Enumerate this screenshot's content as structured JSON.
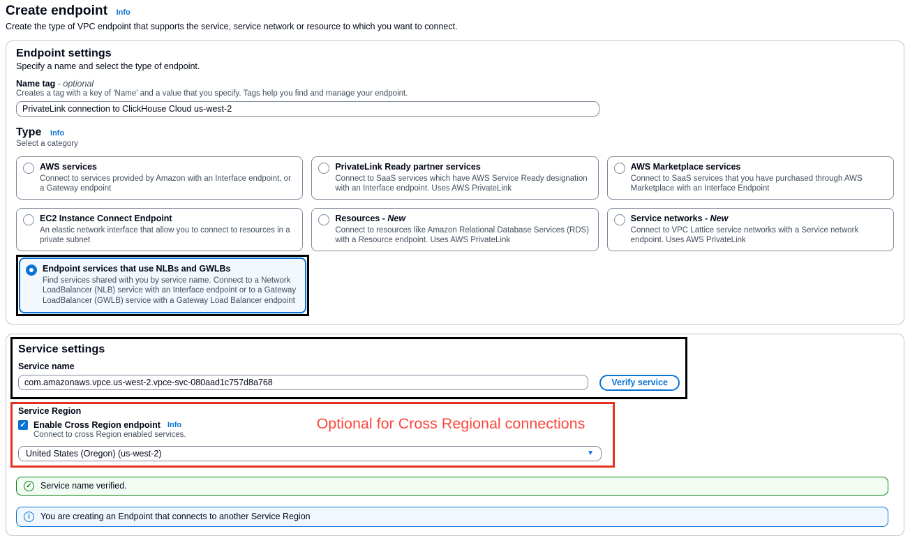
{
  "page": {
    "title": "Create endpoint",
    "info_label": "Info",
    "subtitle": "Create the type of VPC endpoint that supports the service, service network or resource to which you want to connect."
  },
  "endpoint_settings": {
    "heading": "Endpoint settings",
    "description": "Specify a name and select the type of endpoint.",
    "name_tag": {
      "label": "Name tag",
      "optional_suffix": "- optional",
      "help": "Creates a tag with a key of 'Name' and a value that you specify. Tags help you find and manage your endpoint.",
      "value": "PrivateLink connection to ClickHouse Cloud us-west-2"
    },
    "type": {
      "label": "Type",
      "info_label": "Info",
      "description": "Select a category",
      "options": [
        {
          "title": "AWS services",
          "description": "Connect to services provided by Amazon with an Interface endpoint, or a Gateway endpoint",
          "selected": false
        },
        {
          "title": "PrivateLink Ready partner services",
          "description": "Connect to SaaS services which have AWS Service Ready designation with an Interface endpoint. Uses AWS PrivateLink",
          "selected": false
        },
        {
          "title": "AWS Marketplace services",
          "description": "Connect to SaaS services that you have purchased through AWS Marketplace with an Interface Endpoint",
          "selected": false
        },
        {
          "title": "EC2 Instance Connect Endpoint",
          "description": "An elastic network interface that allow you to connect to resources in a private subnet",
          "selected": false
        },
        {
          "title": "Resources",
          "suffix": "- New",
          "description": "Connect to resources like Amazon Relational Database Services (RDS) with a Resource endpoint. Uses AWS PrivateLink",
          "selected": false
        },
        {
          "title": "Service networks",
          "suffix": "- New",
          "description": "Connect to VPC Lattice service networks with a Service network endpoint. Uses AWS PrivateLink",
          "selected": false
        },
        {
          "title": "Endpoint services that use NLBs and GWLBs",
          "description": "Find services shared with you by service name. Connect to a Network LoadBalancer (NLB) service with an Interface endpoint or to a Gateway LoadBalancer (GWLB) service with a Gateway Load Balancer endpoint",
          "selected": true
        }
      ]
    }
  },
  "service_settings": {
    "heading": "Service settings",
    "service_name": {
      "label": "Service name",
      "value": "com.amazonaws.vpce.us-west-2.vpce-svc-080aad1c757d8a768",
      "verify_button_label": "Verify service"
    },
    "service_region": {
      "label": "Service Region",
      "checkbox_label": "Enable Cross Region endpoint",
      "info_label": "Info",
      "checkbox_checked": true,
      "checkbox_glyph": "✓",
      "help": "Connect to cross Region enabled services.",
      "region_value": "United States (Oregon) (us-west-2)",
      "caret_glyph": "▼"
    },
    "annotation": "Optional for Cross Regional connections",
    "alerts": {
      "success_text": "Service name verified.",
      "success_icon_glyph": "✓",
      "info_text": "You are creating an Endpoint that connects to another Service Region",
      "info_icon_glyph": "i"
    }
  },
  "colors": {
    "accent_blue": "#0972d3",
    "selected_tile_bg": "#f2f8fd",
    "success_green": "#067f14",
    "success_bg": "#f2fcf3",
    "info_bg": "#f0f7ff",
    "annotation_red": "#e3301f",
    "annotation_text_red": "#fb473d",
    "annotation_black": "#000000"
  }
}
